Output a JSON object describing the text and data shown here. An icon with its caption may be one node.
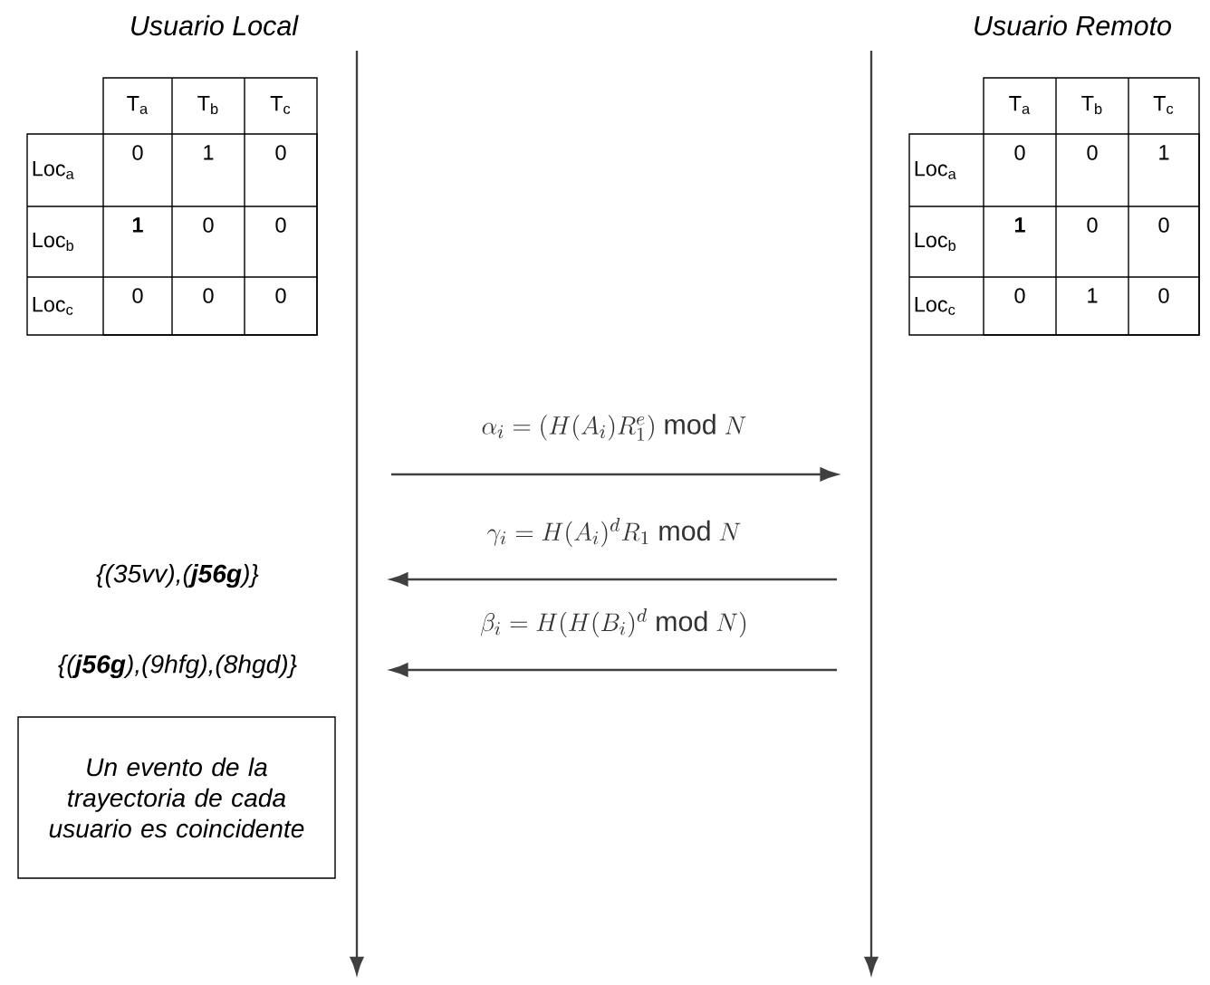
{
  "diagram": {
    "nodes": [
      {
        "text": [
          "Usuario Local"
        ]
      },
      {
        "text": [
          "Usuario Remoto"
        ]
      },
      {
        "text": [
          "Un evento de la trayectoria de cada usuario es coincidente"
        ]
      }
    ],
    "edges": [
      {
        "from": 0,
        "to": 1,
        "arrow": "to",
        "label": "\\alpha_i = (H(A_i)R_1^e) \\bmod N"
      },
      {
        "from": 1,
        "to": 0,
        "arrow": "to",
        "label": "\\gamma_i = H(A_i)^d R_1 \\bmod N"
      },
      {
        "from": 1,
        "to": 0,
        "arrow": "to",
        "label": "\\beta_i = H(H(B_i)^d \\bmod N)"
      }
    ],
    "labels": [
      "T$_{a}$",
      "T$_{b}$",
      "T$_{c}$",
      "Loc$_{a}$",
      "0",
      "1",
      "0",
      "Loc$_{b}$",
      "**1**",
      "0",
      "0",
      "Loc$_{c}$",
      "0",
      "0",
      "0",
      "T$_{a}$",
      "T$_{b}$",
      "T$_{c}$",
      "Loc$_{a}$",
      "0",
      "0",
      "1",
      "Loc$_{b}$",
      "**1**",
      "0",
      "0",
      "Loc$_{c}$",
      "0",
      "1",
      "0",
      "{(35vv),(**j56g**)}",
      "{(**j56g**),(9hfg),(8hgd)}"
    ]
  }
}
